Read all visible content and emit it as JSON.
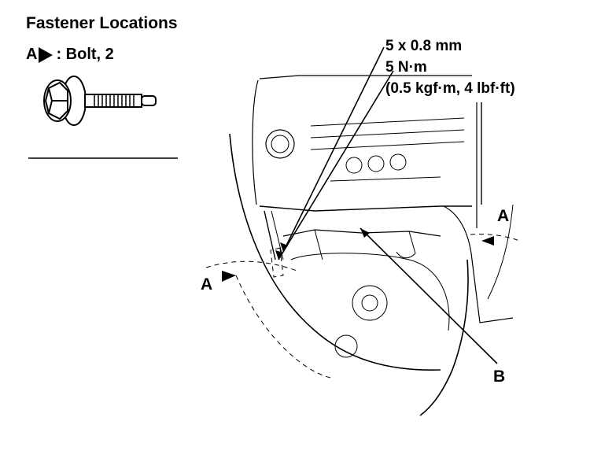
{
  "header": {
    "title": "Fastener Locations",
    "legend_letter": "A",
    "legend_text": ": Bolt, 2"
  },
  "specs": {
    "size": "5 x 0.8 mm",
    "torque": "5 N·m",
    "torque_alt": "(0.5 kgf·m, 4 lbf·ft)"
  },
  "callouts": {
    "a_right": "A",
    "a_left": "A",
    "b": "B"
  }
}
